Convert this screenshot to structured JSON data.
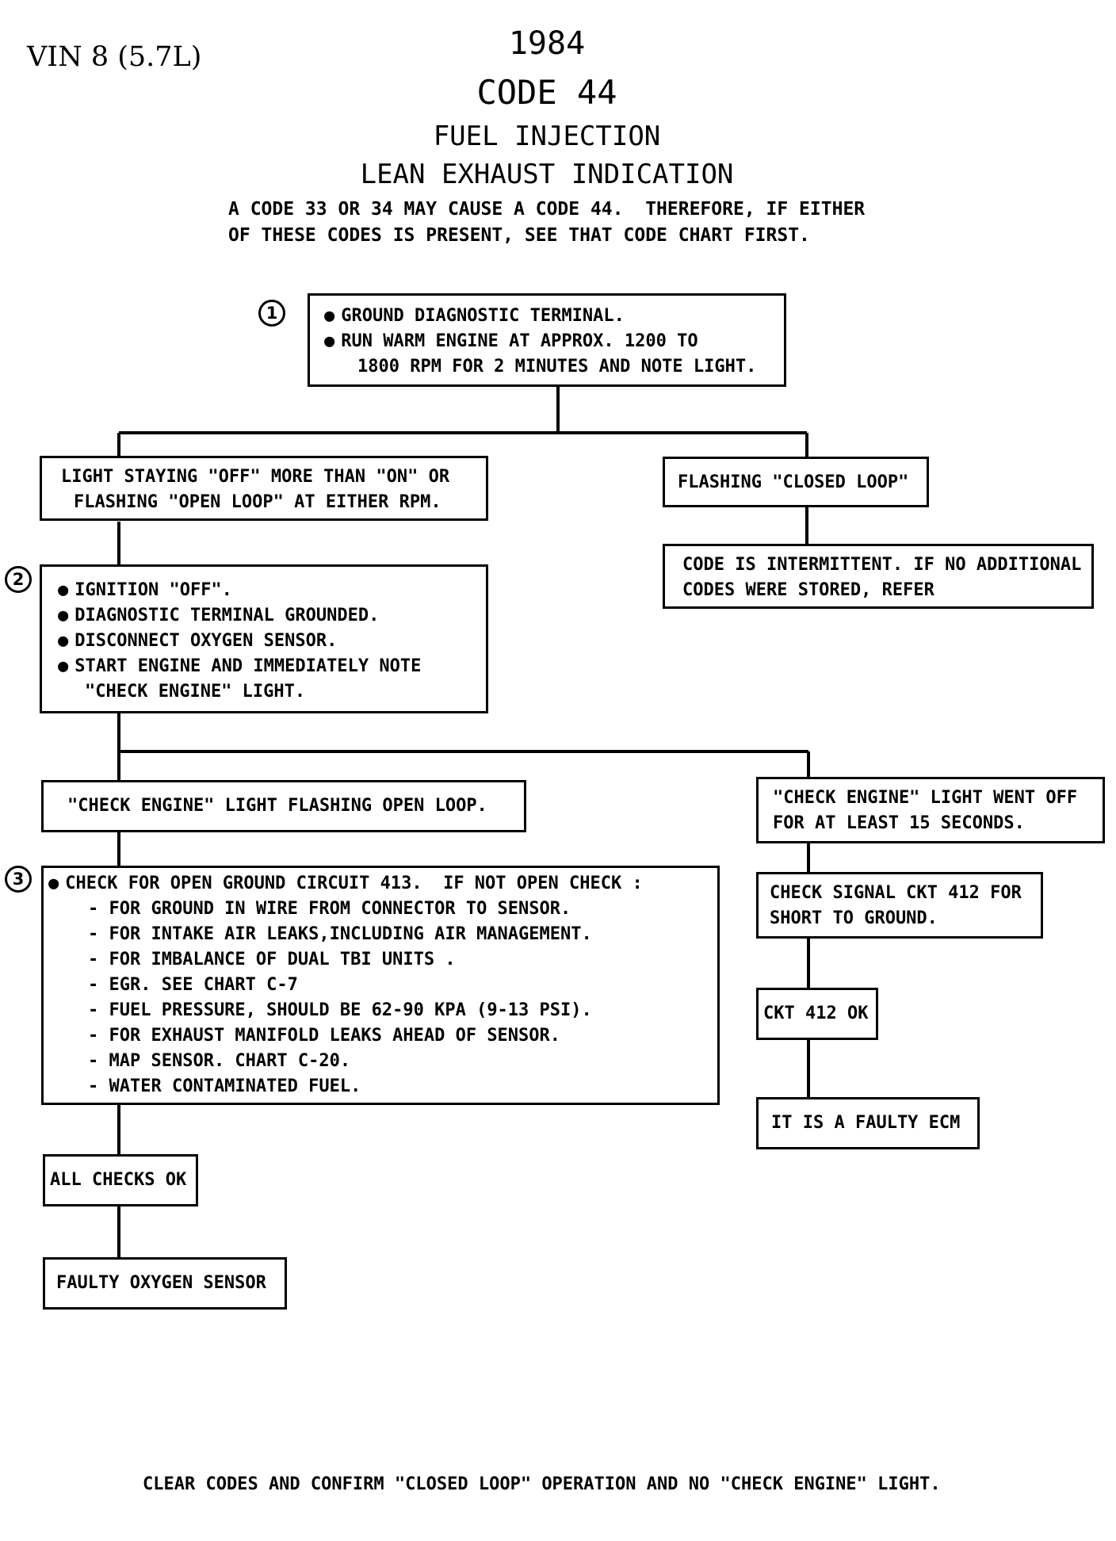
{
  "header": {
    "vin": "VIN 8 (5.7L)",
    "year": "1984",
    "code": "CODE 44",
    "system": "FUEL INJECTION",
    "condition": "LEAN EXHAUST INDICATION",
    "note_line1": "A CODE 33 OR 34 MAY CAUSE A CODE 44.  THEREFORE, IF EITHER",
    "note_line2": "OF THESE CODES IS PRESENT, SEE THAT CODE CHART FIRST."
  },
  "steps": {
    "step1": {
      "number": "1",
      "line1": "GROUND DIAGNOSTIC TERMINAL.",
      "line2": "RUN WARM ENGINE AT APPROX. 1200 TO",
      "line3": "1800 RPM FOR 2 MINUTES AND NOTE LIGHT."
    },
    "step2": {
      "number": "2",
      "line1": "IGNITION \"OFF\".",
      "line2": "DIAGNOSTIC TERMINAL GROUNDED.",
      "line3": "DISCONNECT OXYGEN SENSOR.",
      "line4": "START ENGINE AND IMMEDIATELY NOTE",
      "line5": "\"CHECK ENGINE\" LIGHT."
    },
    "step3": {
      "number": "3",
      "line1": "CHECK FOR OPEN GROUND CIRCUIT 413.  IF NOT OPEN CHECK :",
      "line2": "- FOR GROUND IN WIRE FROM CONNECTOR TO SENSOR.",
      "line3": "- FOR INTAKE AIR LEAKS,INCLUDING AIR MANAGEMENT.",
      "line4": "- FOR IMBALANCE OF DUAL TBI UNITS .",
      "line5": "- EGR. SEE CHART C-7",
      "line6": "- FUEL PRESSURE, SHOULD BE 62-90 KPA (9-13 PSI).",
      "line7": "- FOR EXHAUST MANIFOLD LEAKS AHEAD OF SENSOR.",
      "line8": "- MAP SENSOR. CHART C-20.",
      "line9": "- WATER CONTAMINATED FUEL."
    }
  },
  "results": {
    "light_off_line1": "LIGHT STAYING \"OFF\" MORE THAN \"ON\" OR",
    "light_off_line2": "FLASHING \"OPEN LOOP\" AT EITHER RPM.",
    "closed_loop": "FLASHING \"CLOSED LOOP\"",
    "intermittent_line1": "CODE IS INTERMITTENT. IF NO ADDITIONAL",
    "intermittent_line2": "CODES WERE STORED, REFER",
    "open_loop_flash": "\"CHECK ENGINE\" LIGHT FLASHING OPEN LOOP.",
    "light_went_off_line1": "\"CHECK ENGINE\" LIGHT WENT OFF",
    "light_went_off_line2": "FOR AT LEAST 15 SECONDS.",
    "check_signal_line1": "CHECK SIGNAL CKT 412 FOR",
    "check_signal_line2": "SHORT TO GROUND.",
    "ckt_ok": "CKT 412 OK",
    "faulty_ecm": "IT IS A FAULTY ECM",
    "all_checks_ok": "ALL CHECKS OK",
    "faulty_o2": "FAULTY OXYGEN SENSOR"
  },
  "footer": "CLEAR CODES AND CONFIRM \"CLOSED LOOP\" OPERATION AND NO \"CHECK ENGINE\" LIGHT."
}
